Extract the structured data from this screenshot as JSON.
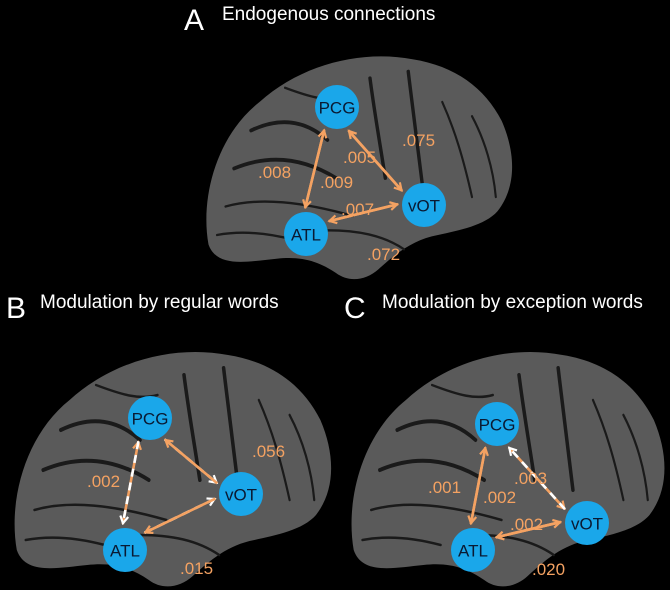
{
  "panels": [
    {
      "id": "A",
      "letter": "A",
      "title": "Endogenous connections",
      "nodes": {
        "PCG": "PCG",
        "vOT": "vOT",
        "ATL": "ATL"
      },
      "connections": [
        {
          "from": "ATL",
          "to": "PCG",
          "style": "solid",
          "value": ".008"
        },
        {
          "from": "PCG",
          "to": "ATL",
          "style": "solid",
          "value": ".009"
        },
        {
          "from": "PCG",
          "to": "vOT",
          "style": "solid",
          "value": ".005"
        },
        {
          "from": "vOT",
          "to": "PCG",
          "style": "solid",
          "value": ".075"
        },
        {
          "from": "ATL",
          "to": "vOT",
          "style": "solid",
          "value": ".007"
        },
        {
          "from": "vOT",
          "to": "ATL",
          "style": "solid",
          "value": ".072"
        }
      ]
    },
    {
      "id": "B",
      "letter": "B",
      "title": "Modulation by regular words",
      "nodes": {
        "PCG": "PCG",
        "vOT": "vOT",
        "ATL": "ATL"
      },
      "connections": [
        {
          "from": "ATL",
          "to": "PCG",
          "style": "solid",
          "value": ".002"
        },
        {
          "from": "PCG",
          "to": "ATL",
          "style": "dashed",
          "value": ""
        },
        {
          "from": "PCG",
          "to": "vOT",
          "style": "dashed",
          "value": ""
        },
        {
          "from": "vOT",
          "to": "PCG",
          "style": "solid",
          "value": ".056"
        },
        {
          "from": "ATL",
          "to": "vOT",
          "style": "dashed",
          "value": ""
        },
        {
          "from": "vOT",
          "to": "ATL",
          "style": "solid",
          "value": ".015"
        }
      ]
    },
    {
      "id": "C",
      "letter": "C",
      "title": "Modulation by exception words",
      "nodes": {
        "PCG": "PCG",
        "vOT": "vOT",
        "ATL": "ATL"
      },
      "connections": [
        {
          "from": "ATL",
          "to": "PCG",
          "style": "solid",
          "value": ".001"
        },
        {
          "from": "PCG",
          "to": "ATL",
          "style": "solid",
          "value": ".002"
        },
        {
          "from": "PCG",
          "to": "vOT",
          "style": "solid",
          "value": ".003"
        },
        {
          "from": "vOT",
          "to": "PCG",
          "style": "dashed",
          "value": ""
        },
        {
          "from": "ATL",
          "to": "vOT",
          "style": "solid",
          "value": ".002"
        },
        {
          "from": "vOT",
          "to": "ATL",
          "style": "solid",
          "value": ".020"
        }
      ]
    }
  ],
  "colors": {
    "background": "#000000",
    "node": "#1aa7ea",
    "node_text": "#0a1a33",
    "solid_arrow": "#f4a262",
    "dashed_arrow": "#ffffff",
    "brain": "#5a5a5a"
  }
}
